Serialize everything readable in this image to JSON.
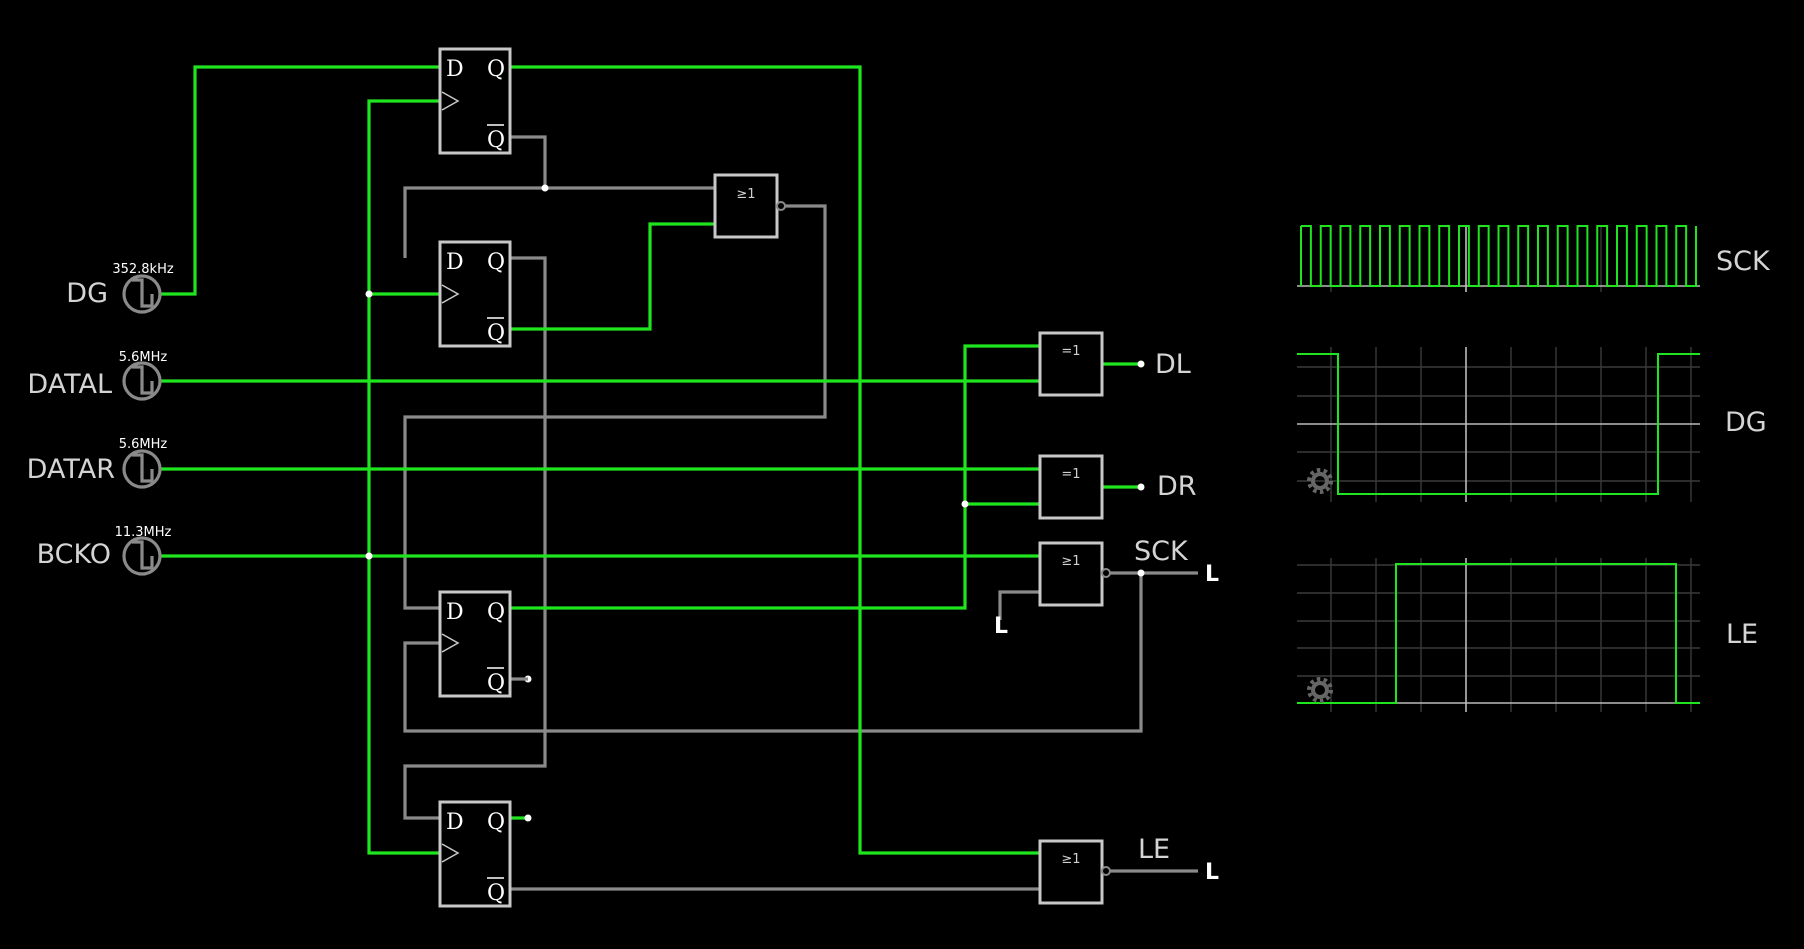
{
  "sources": [
    {
      "name": "DG",
      "freq": "352.8kHz"
    },
    {
      "name": "DATAL",
      "freq": "5.6MHz"
    },
    {
      "name": "DATAR",
      "freq": "5.6MHz"
    },
    {
      "name": "BCKO",
      "freq": "11.3MHz"
    }
  ],
  "flipflops": [
    {
      "d": "D",
      "q": "Q",
      "qbar": "Q"
    },
    {
      "d": "D",
      "q": "Q",
      "qbar": "Q"
    },
    {
      "d": "D",
      "q": "Q",
      "qbar": "Q"
    },
    {
      "d": "D",
      "q": "Q",
      "qbar": "Q"
    }
  ],
  "gates": {
    "or_top": "≥1",
    "xor_dl": "=1",
    "xor_dr": "=1",
    "nor_sck": "≥1",
    "nor_le": "≥1"
  },
  "outputs": {
    "dl": "DL",
    "dr": "DR",
    "sck": "SCK",
    "le": "LE",
    "sck_level": "L",
    "le_level": "L",
    "const_low": "L"
  },
  "scopes": [
    {
      "name": "SCK",
      "signal": "square-wave",
      "cycles": 20
    },
    {
      "name": "DG",
      "signal": "high-low-high",
      "gear": "gear-icon"
    },
    {
      "name": "LE",
      "signal": "low-high-low",
      "gear": "gear-icon"
    }
  ],
  "colors": {
    "background": "#000000",
    "wire_high": "#1fe51f",
    "wire_low": "#8a8a8a",
    "component": "#c8c8c8"
  }
}
